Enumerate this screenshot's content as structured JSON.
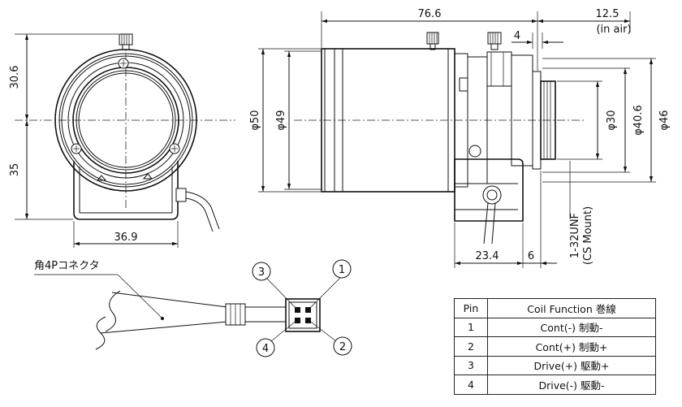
{
  "dimensions": {
    "front_top_height": "30.6",
    "front_bottom_height": "35",
    "front_width": "36.9",
    "overall_length": "76.6",
    "flange_back": "12.5",
    "flange_back_note": "(in air)",
    "ring_width": "4",
    "diameter_50": "φ50",
    "diameter_49": "φ49",
    "diameter_30": "φ30",
    "diameter_40_6": "φ40.6",
    "diameter_46": "φ46",
    "thread": "1-32UNF",
    "mount": "(CS Mount)",
    "motor_offset": "23.4",
    "mount_depth": "6"
  },
  "connector": {
    "label": "角4Pコネクタ",
    "pins": [
      "1",
      "2",
      "3",
      "4"
    ]
  },
  "pin_table": {
    "header_pin": "Pin",
    "header_function": "Coil Function 巻線",
    "rows": [
      {
        "pin": "1",
        "function": "Cont(-) 制動-"
      },
      {
        "pin": "2",
        "function": "Cont(+) 制動+"
      },
      {
        "pin": "3",
        "function": "Drive(+) 駆動+"
      },
      {
        "pin": "4",
        "function": "Drive(-) 駆動-"
      }
    ]
  }
}
